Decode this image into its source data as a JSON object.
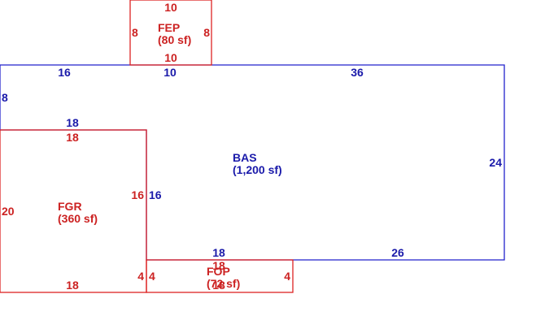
{
  "areas": {
    "bas": {
      "code": "BAS",
      "area": "(1,200 sf)"
    },
    "fep": {
      "code": "FEP",
      "area": "(80 sf)"
    },
    "fgr": {
      "code": "FGR",
      "area": "(360 sf)"
    },
    "fop": {
      "code": "FOP",
      "area": "(72 sf)"
    }
  },
  "dimensions": {
    "bas": {
      "top_left": "16",
      "top_mid": "10",
      "top_right": "36",
      "left": "8",
      "ledge": "18",
      "inner_vert": "16",
      "bottom_left": "18",
      "bottom_right": "26",
      "right": "24"
    },
    "fep": {
      "top": "10",
      "left": "8",
      "right": "8",
      "bottom": "10"
    },
    "fgr": {
      "top": "18",
      "left": "20",
      "right": "16",
      "bottom_right": "4",
      "bottom": "18"
    },
    "fop": {
      "top": "18",
      "left": "4",
      "right": "4",
      "bottom": "18"
    }
  },
  "colors": {
    "blue": "#2222cc",
    "red": "#dd2222"
  }
}
